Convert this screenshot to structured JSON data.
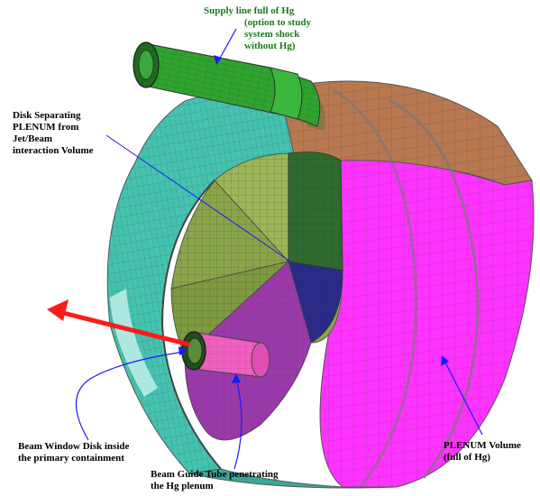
{
  "labels": {
    "supply_line": [
      "Supply line full of Hg",
      "(option to study",
      "system shock",
      "without Hg)"
    ],
    "disk_separating": [
      "Disk Separating",
      "PLENUM from",
      "Jet/Beam",
      "interaction Volume"
    ],
    "beam_window": [
      "Beam Window Disk inside",
      "the primary containment"
    ],
    "beam_guide": [
      "Beam Guide Tube penetrating",
      "the Hg plenum"
    ],
    "plenum_volume": [
      "PLENUM Volume",
      "(full of Hg)"
    ]
  },
  "colors": {
    "supply_pipe": "#2fa32f",
    "disk_face": "#8aa44a",
    "disk_dark": "#2e6b2e",
    "outer_ring": "#46c3b0",
    "plenum_side": "#ff33ff",
    "plenum_top": "#b87850",
    "inner_purple": "#9a3aaa",
    "guide_tube": "#f060c0",
    "beam_arrow": "#ff1a1a",
    "leader_line": "#1a1aff",
    "supply_label": "#1a7a1a"
  }
}
